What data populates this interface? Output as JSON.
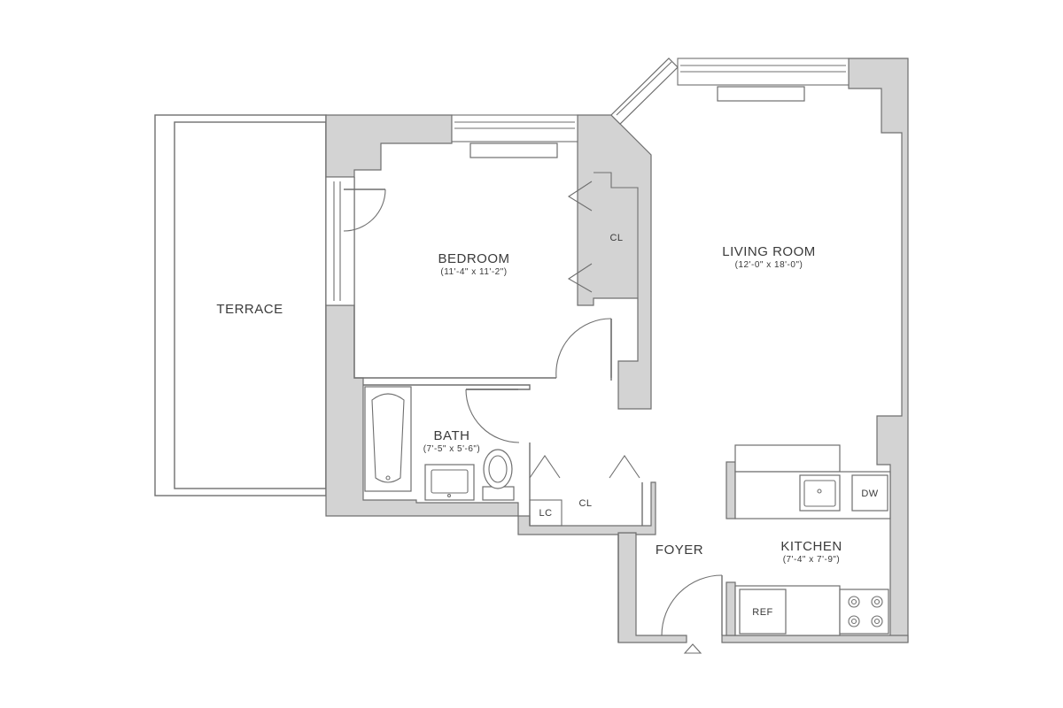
{
  "rooms": {
    "terrace": {
      "name": "TERRACE"
    },
    "bedroom": {
      "name": "BEDROOM",
      "dims": "(11'-4\" x 11'-2\")"
    },
    "living_room": {
      "name": "LIVING ROOM",
      "dims": "(12'-0\" x 18'-0\")"
    },
    "bath": {
      "name": "BATH",
      "dims": "(7'-5\" x 5'-6\")"
    },
    "foyer": {
      "name": "FOYER"
    },
    "kitchen": {
      "name": "KITCHEN",
      "dims": "(7'-4\" x 7'-9\")"
    }
  },
  "labels": {
    "bedroom_closet": "CL",
    "foyer_closet": "CL",
    "linen_closet": "LC",
    "dishwasher": "DW",
    "refrigerator": "REF"
  },
  "colors": {
    "wall_fill": "#d3d3d3",
    "line": "#6f6f6f",
    "text": "#3a3a3a"
  }
}
